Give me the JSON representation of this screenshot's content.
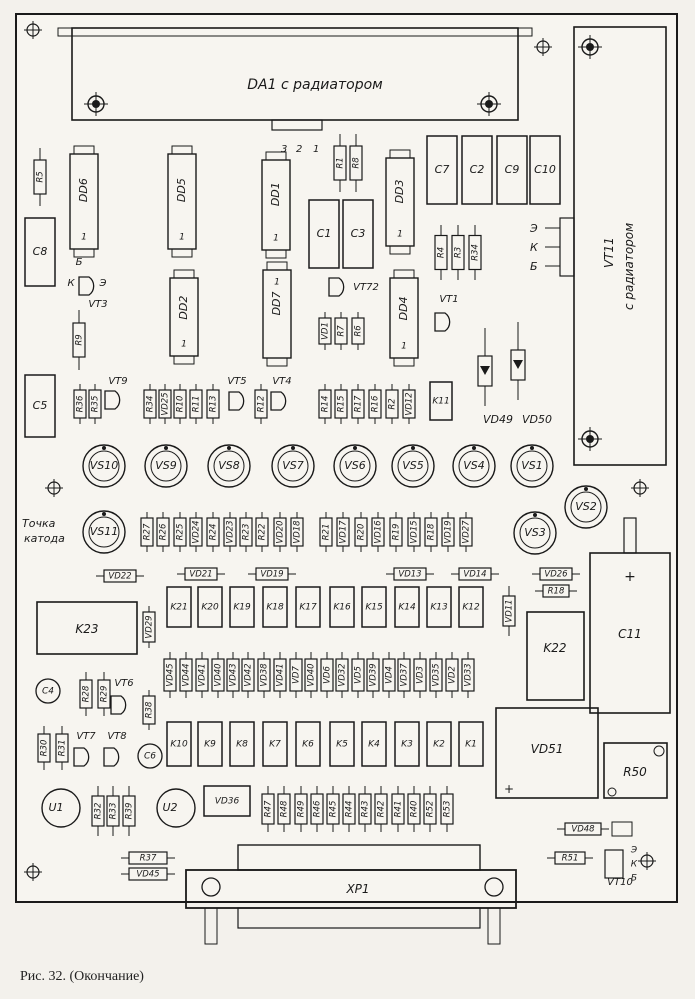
{
  "caption": "Рис. 32. (Окончание)",
  "da1": "DA1 с радиатором",
  "da1_pins": [
    "3",
    "2",
    "1"
  ],
  "vt11": "VT11",
  "vt11_sub": "с радиатором",
  "pin_letters_ekb": [
    "Э",
    "К",
    "Б"
  ],
  "vt3_pins": [
    "Б",
    "К",
    "Э"
  ],
  "cathode_note": [
    "Точка",
    "катода"
  ],
  "ic_top": [
    "DD6",
    "DD5",
    "DD1",
    "DD3"
  ],
  "ic_mid": [
    "DD2",
    "DD7",
    "DD4"
  ],
  "ic_pin1": "1",
  "caps_top": [
    "C7",
    "C2",
    "C9",
    "C10"
  ],
  "caps_mid": [
    "C1",
    "C3"
  ],
  "c8": "C8",
  "c5": "C5",
  "c4": "C4",
  "c6": "C6",
  "c11": "C11",
  "r5": "R5",
  "r9": "R9",
  "r_top": [
    "R1",
    "R8"
  ],
  "r_right": [
    "R4",
    "R3",
    "R34"
  ],
  "vt_labels": {
    "vt1": "VT1",
    "vt2": "VT72",
    "vt3": "VT3",
    "vt4": "VT4",
    "vt5": "VT5",
    "vt9": "VT9",
    "vt6": "VT6",
    "vt7": "VT7",
    "vt8": "VT8",
    "vt10": "VT10"
  },
  "row1_left": [
    "R36",
    "R35"
  ],
  "row1_mid": [
    "R34",
    "VD25",
    "R10",
    "R11",
    "R13"
  ],
  "r12": "R12",
  "row1_right": [
    "R14",
    "R15",
    "R17",
    "R16",
    "R2",
    "VD12"
  ],
  "mid_row_a": [
    "VD1",
    "R7",
    "R6"
  ],
  "k11": "K11",
  "vd49": "VD49",
  "vd50": "VD50",
  "vs_row": [
    "VS10",
    "VS9",
    "VS8",
    "VS7",
    "VS6",
    "VS5",
    "VS4",
    "VS1"
  ],
  "vs11": "VS11",
  "vs2": "VS2",
  "vs3": "VS3",
  "row2_r": [
    "R27",
    "R26",
    "R25",
    "VD24",
    "R24",
    "VD23",
    "R23",
    "R22",
    "VD20",
    "VD18",
    "R21",
    "VD17",
    "R20",
    "VD16",
    "R19",
    "VD15",
    "R18",
    "VD19",
    "VD27"
  ],
  "row3_vd": [
    "VD22",
    "VD21",
    "VD19",
    "VD13",
    "VD14",
    "VD26"
  ],
  "r18": "R18",
  "k_upper": [
    "K21",
    "K20",
    "K19",
    "K18",
    "K17",
    "K16",
    "K15",
    "K14",
    "K13",
    "K12"
  ],
  "k23": "K23",
  "k22": "K22",
  "vd29": "VD29",
  "vd11": "VD11",
  "row4_vd": [
    "VD45",
    "VD44",
    "VD41",
    "VD40",
    "VD43",
    "VD42",
    "VD38",
    "VD41",
    "VD7",
    "VD40",
    "VD6",
    "VD32",
    "VD5",
    "VD39",
    "VD4",
    "VD37",
    "VD3",
    "VD35",
    "VD2",
    "VD33"
  ],
  "k_lower": [
    "K10",
    "K9",
    "K8",
    "K7",
    "K6",
    "K5",
    "K4",
    "K3",
    "K2",
    "K1"
  ],
  "r_left_lower": [
    "R28",
    "R29",
    "R38",
    "R30",
    "R31"
  ],
  "vd51": "VD51",
  "r50": "R50",
  "u1": "U1",
  "u2": "U2",
  "r_bottom_left": [
    "R32",
    "R33",
    "R39"
  ],
  "vd36": "VD36",
  "r_bottom": [
    "R47",
    "R48",
    "R49",
    "R46",
    "R45",
    "R44",
    "R43",
    "R42",
    "R41",
    "R40",
    "R52",
    "R53"
  ],
  "r37": "R37",
  "vd45": "VD45",
  "xp1": "XP1",
  "vd48": "VD48",
  "r51": "R51"
}
